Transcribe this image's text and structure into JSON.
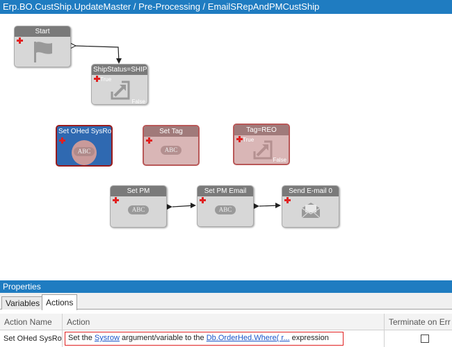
{
  "title": "Erp.BO.CustShip.UpdateMaster / Pre-Processing / EmailSRepAndPMCustShip",
  "nodes": {
    "start": {
      "label": "Start",
      "icon": "flag-icon"
    },
    "shipstatus": {
      "label": "ShipStatus=SHIPPED",
      "true_label": "True",
      "false_label": "False",
      "icon": "condition-arrow-icon"
    },
    "set_ohed": {
      "label": "Set OHed SysRow",
      "body": "ABC"
    },
    "set_tag": {
      "label": "Set Tag",
      "body": "ABC"
    },
    "tag_reo": {
      "label": "Tag=REO",
      "true_label": "True",
      "false_label": "False",
      "icon": "condition-arrow-icon"
    },
    "set_pm": {
      "label": "Set PM",
      "body": "ABC"
    },
    "set_pm_email": {
      "label": "Set PM Email",
      "body": "ABC"
    },
    "send_email": {
      "label": "Send E-mail 0",
      "icon": "envelope-icon"
    }
  },
  "properties": {
    "title": "Properties",
    "tabs": [
      {
        "label": "Variables",
        "active": false
      },
      {
        "label": "Actions",
        "active": true
      }
    ],
    "columns": [
      "Action Name",
      "Action",
      "Terminate on Err"
    ],
    "rows": [
      {
        "name": "Set OHed SysRow",
        "action_parts": {
          "p1": "Set the ",
          "link1": "Sysrow",
          "p2": " argument/variable to the ",
          "link2": "Db.OrderHed.Where( r...",
          "p3": " expression"
        },
        "terminate": false
      }
    ]
  },
  "colors": {
    "accent": "#1f7cc1",
    "node_gray": "#7a7a7a",
    "node_selected": "#2f69b1",
    "node_disabled": "#a07a7a",
    "error_border": "#e02020"
  }
}
